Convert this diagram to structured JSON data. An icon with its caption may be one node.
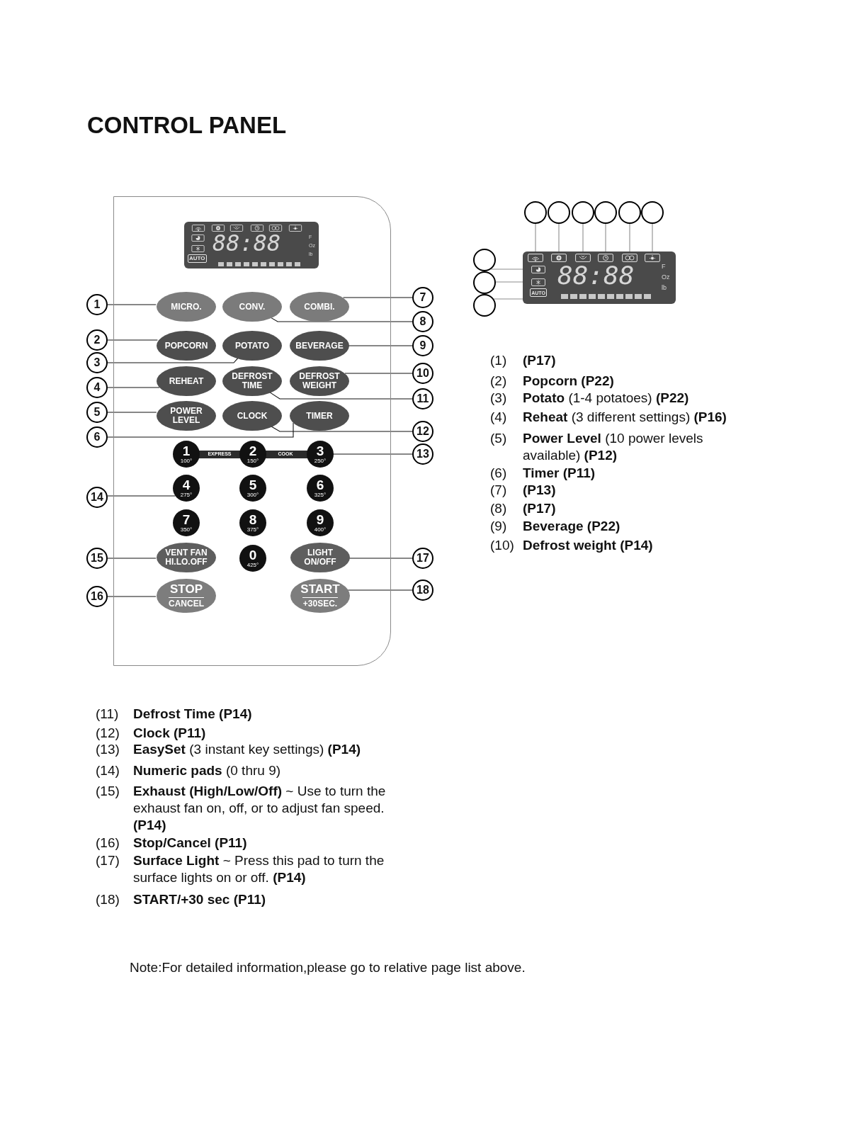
{
  "diagram": {
    "title": "CONTROL PANEL",
    "nodes": [
      {
        "text": [],
        "shape": "box"
      },
      {
        "text": [
          "88:88",
          "F",
          "Oz",
          "lb",
          "AUTO"
        ],
        "in": 0
      },
      {
        "text": [
          "MICRO."
        ],
        "in": 0
      },
      {
        "text": [
          "CONV."
        ],
        "in": 0
      },
      {
        "text": [
          "COMBI."
        ],
        "in": 0
      },
      {
        "text": [
          "POPCORN"
        ],
        "in": 0
      },
      {
        "text": [
          "POTATO"
        ],
        "in": 0
      },
      {
        "text": [
          "BEVERAGE"
        ],
        "in": 0
      },
      {
        "text": [
          "REHEAT"
        ],
        "in": 0
      },
      {
        "text": [
          "DEFROST TIME"
        ],
        "in": 0
      },
      {
        "text": [
          "DEFROST WEIGHT"
        ],
        "in": 0
      },
      {
        "text": [
          "POWER LEVEL"
        ],
        "in": 0
      },
      {
        "text": [
          "CLOCK"
        ],
        "in": 0
      },
      {
        "text": [
          "TIMER"
        ],
        "in": 0
      },
      {
        "text": [
          "1",
          "100°"
        ],
        "in": 0
      },
      {
        "text": [
          "2",
          "150°"
        ],
        "in": 0
      },
      {
        "text": [
          "3",
          "250°"
        ],
        "in": 0
      },
      {
        "text": [
          "4",
          "275°"
        ],
        "in": 0
      },
      {
        "text": [
          "5",
          "300°"
        ],
        "in": 0
      },
      {
        "text": [
          "6",
          "325°"
        ],
        "in": 0
      },
      {
        "text": [
          "7",
          "350°"
        ],
        "in": 0
      },
      {
        "text": [
          "8",
          "375°"
        ],
        "in": 0
      },
      {
        "text": [
          "9",
          "400°"
        ],
        "in": 0
      },
      {
        "text": [
          "VENT FAN HI.LO.OFF"
        ],
        "in": 0
      },
      {
        "text": [
          "0",
          "425°"
        ],
        "in": 0
      },
      {
        "text": [
          "LIGHT ON/OFF"
        ],
        "in": 0
      },
      {
        "text": [
          "STOP",
          "CANCEL"
        ],
        "in": 0
      },
      {
        "text": [
          "START",
          "+30SEC."
        ],
        "in": 0
      },
      {
        "text": [
          "1"
        ]
      },
      {
        "text": [
          "2"
        ]
      },
      {
        "text": [
          "3"
        ]
      },
      {
        "text": [
          "4"
        ]
      },
      {
        "text": [
          "5"
        ]
      },
      {
        "text": [
          "6"
        ]
      },
      {
        "text": [
          "7"
        ]
      },
      {
        "text": [
          "8"
        ]
      },
      {
        "text": [
          "9"
        ]
      },
      {
        "text": [
          "10"
        ]
      },
      {
        "text": [
          "11"
        ]
      },
      {
        "text": [
          "12"
        ]
      },
      {
        "text": [
          "13"
        ]
      },
      {
        "text": [
          "14"
        ]
      },
      {
        "text": [
          "15"
        ]
      },
      {
        "text": [
          "16"
        ]
      },
      {
        "text": [
          "17"
        ]
      },
      {
        "text": [
          "18"
        ]
      },
      {
        "text": [],
        "shape": "circle"
      },
      {
        "text": [],
        "shape": "circle"
      },
      {
        "text": [],
        "shape": "circle"
      },
      {
        "text": [],
        "shape": "circle"
      },
      {
        "text": [],
        "shape": "circle"
      },
      {
        "text": [],
        "shape": "circle"
      },
      {
        "text": [],
        "shape": "circle"
      },
      {
        "text": [],
        "shape": "circle"
      },
      {
        "text": [],
        "shape": "circle"
      },
      {
        "text": [
          "88:88",
          "F",
          "Oz",
          "lb"
        ]
      },
      {
        "text": [],
        "shape": "picture",
        "in": 55
      },
      {
        "text": [],
        "shape": "picture",
        "in": 55
      },
      {
        "text": [],
        "shape": "picture",
        "in": 55
      },
      {
        "text": [],
        "shape": "picture",
        "in": 55
      },
      {
        "text": [],
        "shape": "picture",
        "in": 55
      },
      {
        "text": [],
        "shape": "picture",
        "in": 55
      },
      {
        "text": [],
        "shape": "picture",
        "in": 55
      },
      {
        "text": [],
        "shape": "picture",
        "in": 55
      },
      {
        "text": [
          "AUTO"
        ],
        "in": 55
      }
    ],
    "edges": [
      {
        "from": 28,
        "to": 2,
        "arrow": "none"
      },
      {
        "from": 29,
        "to": 5,
        "arrow": "none"
      },
      {
        "from": 30,
        "to": 6,
        "arrow": "none"
      },
      {
        "from": 31,
        "to": 8,
        "arrow": "none"
      },
      {
        "from": 32,
        "to": 11,
        "arrow": "none"
      },
      {
        "from": 33,
        "to": 13,
        "arrow": "none"
      },
      {
        "from": 34,
        "to": 4,
        "arrow": "none"
      },
      {
        "from": 35,
        "to": 3,
        "arrow": "none"
      },
      {
        "from": 36,
        "to": 7,
        "arrow": "none"
      },
      {
        "from": 37,
        "to": 10,
        "arrow": "none"
      },
      {
        "from": 38,
        "to": 9,
        "arrow": "none"
      },
      {
        "from": 39,
        "to": 12,
        "arrow": "none"
      },
      {
        "from": 40,
        "to": 16,
        "arrow": "none"
      },
      {
        "from": 41,
        "to": 17,
        "arrow": "none"
      },
      {
        "from": 42,
        "to": 23,
        "arrow": "none"
      },
      {
        "from": 43,
        "to": 26,
        "arrow": "none"
      },
      {
        "from": 44,
        "to": 25,
        "arrow": "none"
      },
      {
        "from": 45,
        "to": 27,
        "arrow": "none"
      },
      {
        "from": 46,
        "to": 56,
        "arrow": "none",
        "color": "#8c8c8c"
      },
      {
        "from": 47,
        "to": 57,
        "arrow": "none",
        "color": "#8c8c8c"
      },
      {
        "from": 48,
        "to": 58,
        "arrow": "none",
        "color": "#8c8c8c"
      },
      {
        "from": 49,
        "to": 59,
        "arrow": "none",
        "color": "#8c8c8c"
      },
      {
        "from": 50,
        "to": 60,
        "arrow": "none",
        "color": "#8c8c8c"
      },
      {
        "from": 51,
        "to": 61,
        "arrow": "none",
        "color": "#8c8c8c"
      },
      {
        "from": 52,
        "to": 62,
        "arrow": "none",
        "color": "#8c8c8c"
      },
      {
        "from": 53,
        "to": 63,
        "arrow": "none",
        "color": "#8c8c8c"
      },
      {
        "from": 54,
        "to": 64,
        "arrow": "none",
        "color": "#8c8c8c"
      }
    ],
    "labels": [
      "EXPRESS",
      "COOK",
      "(1)",
      "(P17)",
      "(2)",
      "Popcorn  (P22)",
      "(3)",
      "**Potato** (1-4 potatoes) **(P22)**",
      "(4)",
      "**Reheat** (3 different settings) **(P16)**",
      "(5)",
      "**Power Level** (10 power levels available) **(P12)**",
      "(6)",
      "Timer  (P11)",
      "(7)",
      "(P13)",
      "(8)",
      "(P17)",
      "(9)",
      "Beverage  (P22)",
      "(10)",
      "Defrost weight  (P14)",
      "(11)",
      "Defrost Time  (P14)",
      "(12)",
      "Clock (P11)",
      "(13)",
      "**EasySet** (3 instant key settings) **(P14)**",
      "(14)",
      "**Numeric pads** (0 thru 9)",
      "(15)",
      "**Exhaust (High/Low/Off)** ~ Use to turn the exhaust fan on, off, or to adjust fan speed. **(P14)**",
      "(16)",
      "Stop/Cancel  (P11)",
      "(17)",
      "**Surface Light** ~ Press this pad to turn the surface lights on or off. **(P14)**",
      "(18)",
      "START/+30 sec  (P11)",
      "Note:For detailed information,please go to relative page list above."
    ]
  }
}
